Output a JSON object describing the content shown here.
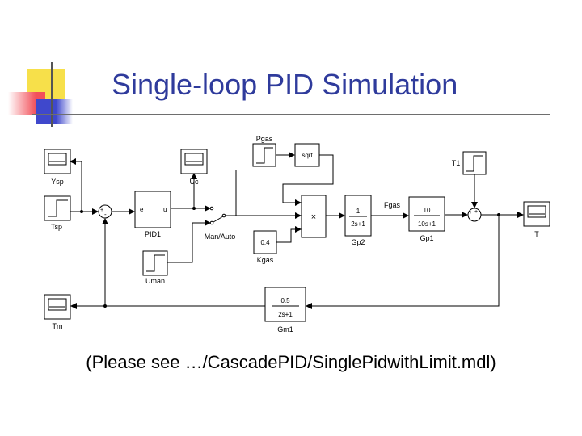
{
  "slide": {
    "title": "Single-loop PID Simulation",
    "caption": "(Please see …/CascadePID/SinglePidwithLimit.mdl)"
  },
  "diagram": {
    "blocks": {
      "ysp": "Ysp",
      "tsp": "Tsp",
      "pid_label": "PID1",
      "pid_in": "e",
      "pid_out": "u",
      "uc": "Uc",
      "switch": "Man/Auto",
      "uman": "Uman",
      "pgas": "Pgas",
      "sqrt": "sqrt",
      "product": "×",
      "kgas_value": "0.4",
      "kgas": "Kgas",
      "gp2_num": "1",
      "gp2_den": "2s+1",
      "gp2": "Gp2",
      "fgas": "Fgas",
      "gp1_num": "10",
      "gp1_den": "10s+1",
      "gp1": "Gp1",
      "t1": "T1",
      "t": "T",
      "gm1_num": "0.5",
      "gm1_den": "2s+1",
      "gm1": "Gm1",
      "tm": "Tm"
    },
    "colors": {
      "title": "#2f3b9c",
      "deco_yellow": "#f7e04a",
      "deco_red": "#f2505a",
      "deco_blue": "#3f48cc"
    }
  }
}
